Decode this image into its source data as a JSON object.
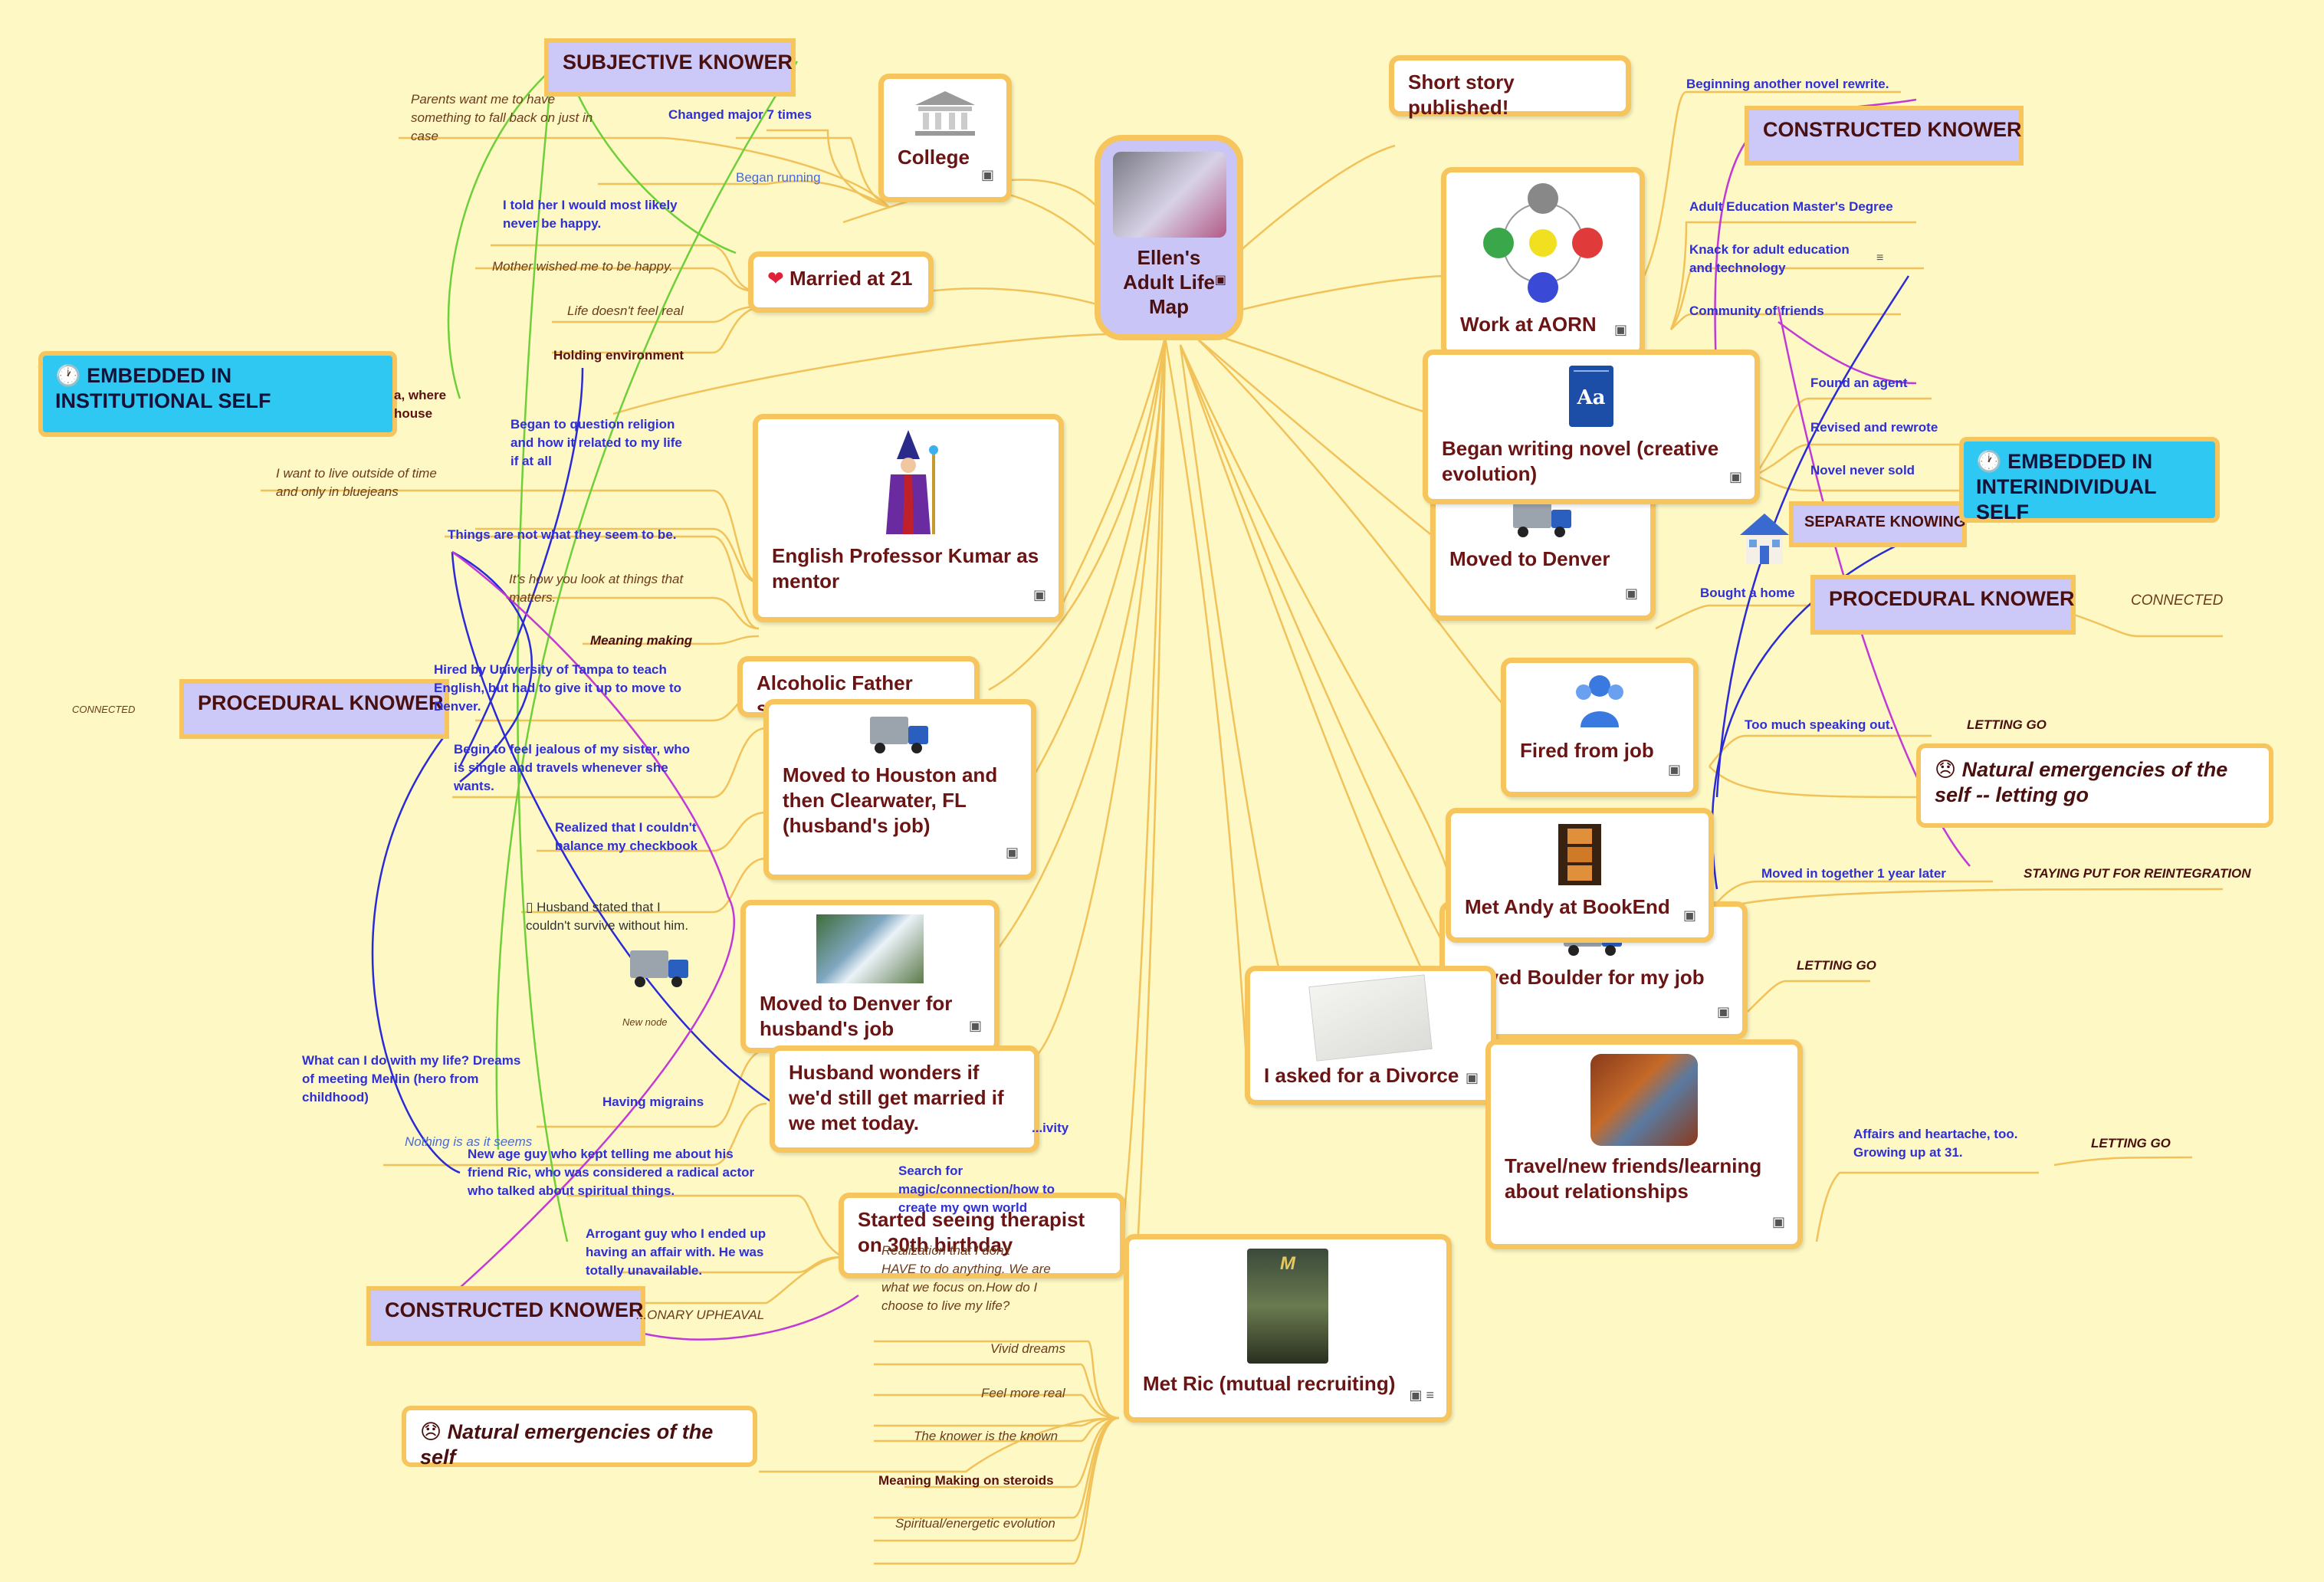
{
  "center": {
    "title": "Ellen's Adult Life Map"
  },
  "nodes": {
    "college": "College",
    "married": "Married at 21",
    "english_prof": "English Professor Kumar as mentor",
    "alcoholic": "Alcoholic Father stops",
    "houston": "Moved to Houston and then Clearwater, FL (husband's job)",
    "denver_husband": "Moved to Denver for husband's job",
    "husband_wonders": "Husband wonders if we'd still get married if we met today.",
    "therapist": "Started seeing therapist on 30th birthday",
    "met_ric": "Met Ric (mutual recruiting)",
    "short_story": "Short story published!",
    "work_aorn": "Work at AORN",
    "began_novel": "Began writing novel (creative evolution)",
    "moved_denver": "Moved to Denver",
    "fired": "Fired from job",
    "met_andy": "Met Andy at BookEnd",
    "moved_boulder": "Moved Boulder for my job",
    "divorce": "I asked for a Divorce",
    "travel": "Travel/new friends/learning about relationships"
  },
  "knowers": {
    "subjective": "SUBJECTIVE KNOWER",
    "procedural_left": "PROCEDURAL KNOWER",
    "constructed_left": "CONSTRUCTED KNOWER",
    "constructed_right": "CONSTRUCTED KNOWER",
    "procedural_right": "PROCEDURAL KNOWER",
    "separate": "SEPARATE KNOWING"
  },
  "embedded": {
    "institutional": "EMBEDDED IN INSTITUTIONAL SELF",
    "interindividual": "EMBEDDED IN INTERINDIVIDUAL SELF"
  },
  "emergencies": {
    "left": "Natural emergencies of the self",
    "right": "Natural emergencies of the self -- letting go"
  },
  "labels": {
    "parents": "Parents want me to have\nsomething to fall back on just in\ncase",
    "changed_major": "Changed major 7 times",
    "began_running": "Began running",
    "told_her": "I told her I would most likely\nnever be happy.",
    "mother_wished": "Mother wished me to be happy.",
    "life_real": "Life doesn't feel real",
    "holding": "Holding environment",
    "where_house": "a, where\nhouse",
    "question_religion": "Began to question religion\nand how it related to my life\nif at all",
    "live_outside": "I want to live outside of time\nand only in bluejeans",
    "things_not": "Things are not what they seem to be.",
    "how_look": "It's how you look at things that\nmatters.",
    "meaning_making": "Meaning making",
    "connected_left": "CONNECTED",
    "hired": "Hired by University of Tampa to teach\nEnglish, but had to give it up to move to\nDenver.",
    "jealous": "Begin to feel jealous of my sister, who\nis single and travels whenever she\nwants.",
    "checkbook": "Realized that I couldn't\nbalance my checkbook",
    "husband_stated": "Husband stated that I\ncouldn't survive without him.",
    "new_node": "New node",
    "what_can": "What can I do with my life? Dreams\nof meeting Merlin (hero from\nchildhood)",
    "migrains": "Having migrains",
    "nothing_is": "Nothing is as it seems",
    "new_age": "New age guy who kept telling me about his\nfriend Ric, who was considered a radical actor\nwho talked about spiritual things.",
    "arrogant": "Arrogant guy who I ended up\nhaving an affair with. He was\ntotally unavailable.",
    "upheaval": "...ONARY UPHEAVAL",
    "creativity": "...ivity",
    "search_magic": "Search for\nmagic/connection/how to\ncreate my own world",
    "dont_have": "Realization that I don't\nHAVE to do anything. We are\nwhat we focus on.How do I\nchoose to live my life?",
    "vivid": "Vivid dreams",
    "feel_real": "Feel more real",
    "knower_known": "The knower is the known",
    "mm_steroids": "Meaning Making on steroids",
    "spiritual": "Spiritual/energetic evolution",
    "another_novel": "Beginning another novel rewrite.",
    "adult_ed": "Adult Education Master's Degree",
    "knack": "Knack for adult education\nand technology",
    "community": "Community of friends",
    "found_agent": "Found an agent",
    "revised": "Revised and rewrote",
    "never_sold": "Novel never sold",
    "bought_home": "Bought a home",
    "connected_right": "CONNECTED",
    "too_much": "Too much speaking out.",
    "letting_go_1": "LETTING GO",
    "moved_together": "Moved in together 1 year later",
    "staying_put": "STAYING PUT FOR REINTEGRATION",
    "letting_go_2": "LETTING GO",
    "affairs": "Affairs and heartache, too.\nGrowing up at 31.",
    "letting_go_3": "LETTING GO"
  }
}
